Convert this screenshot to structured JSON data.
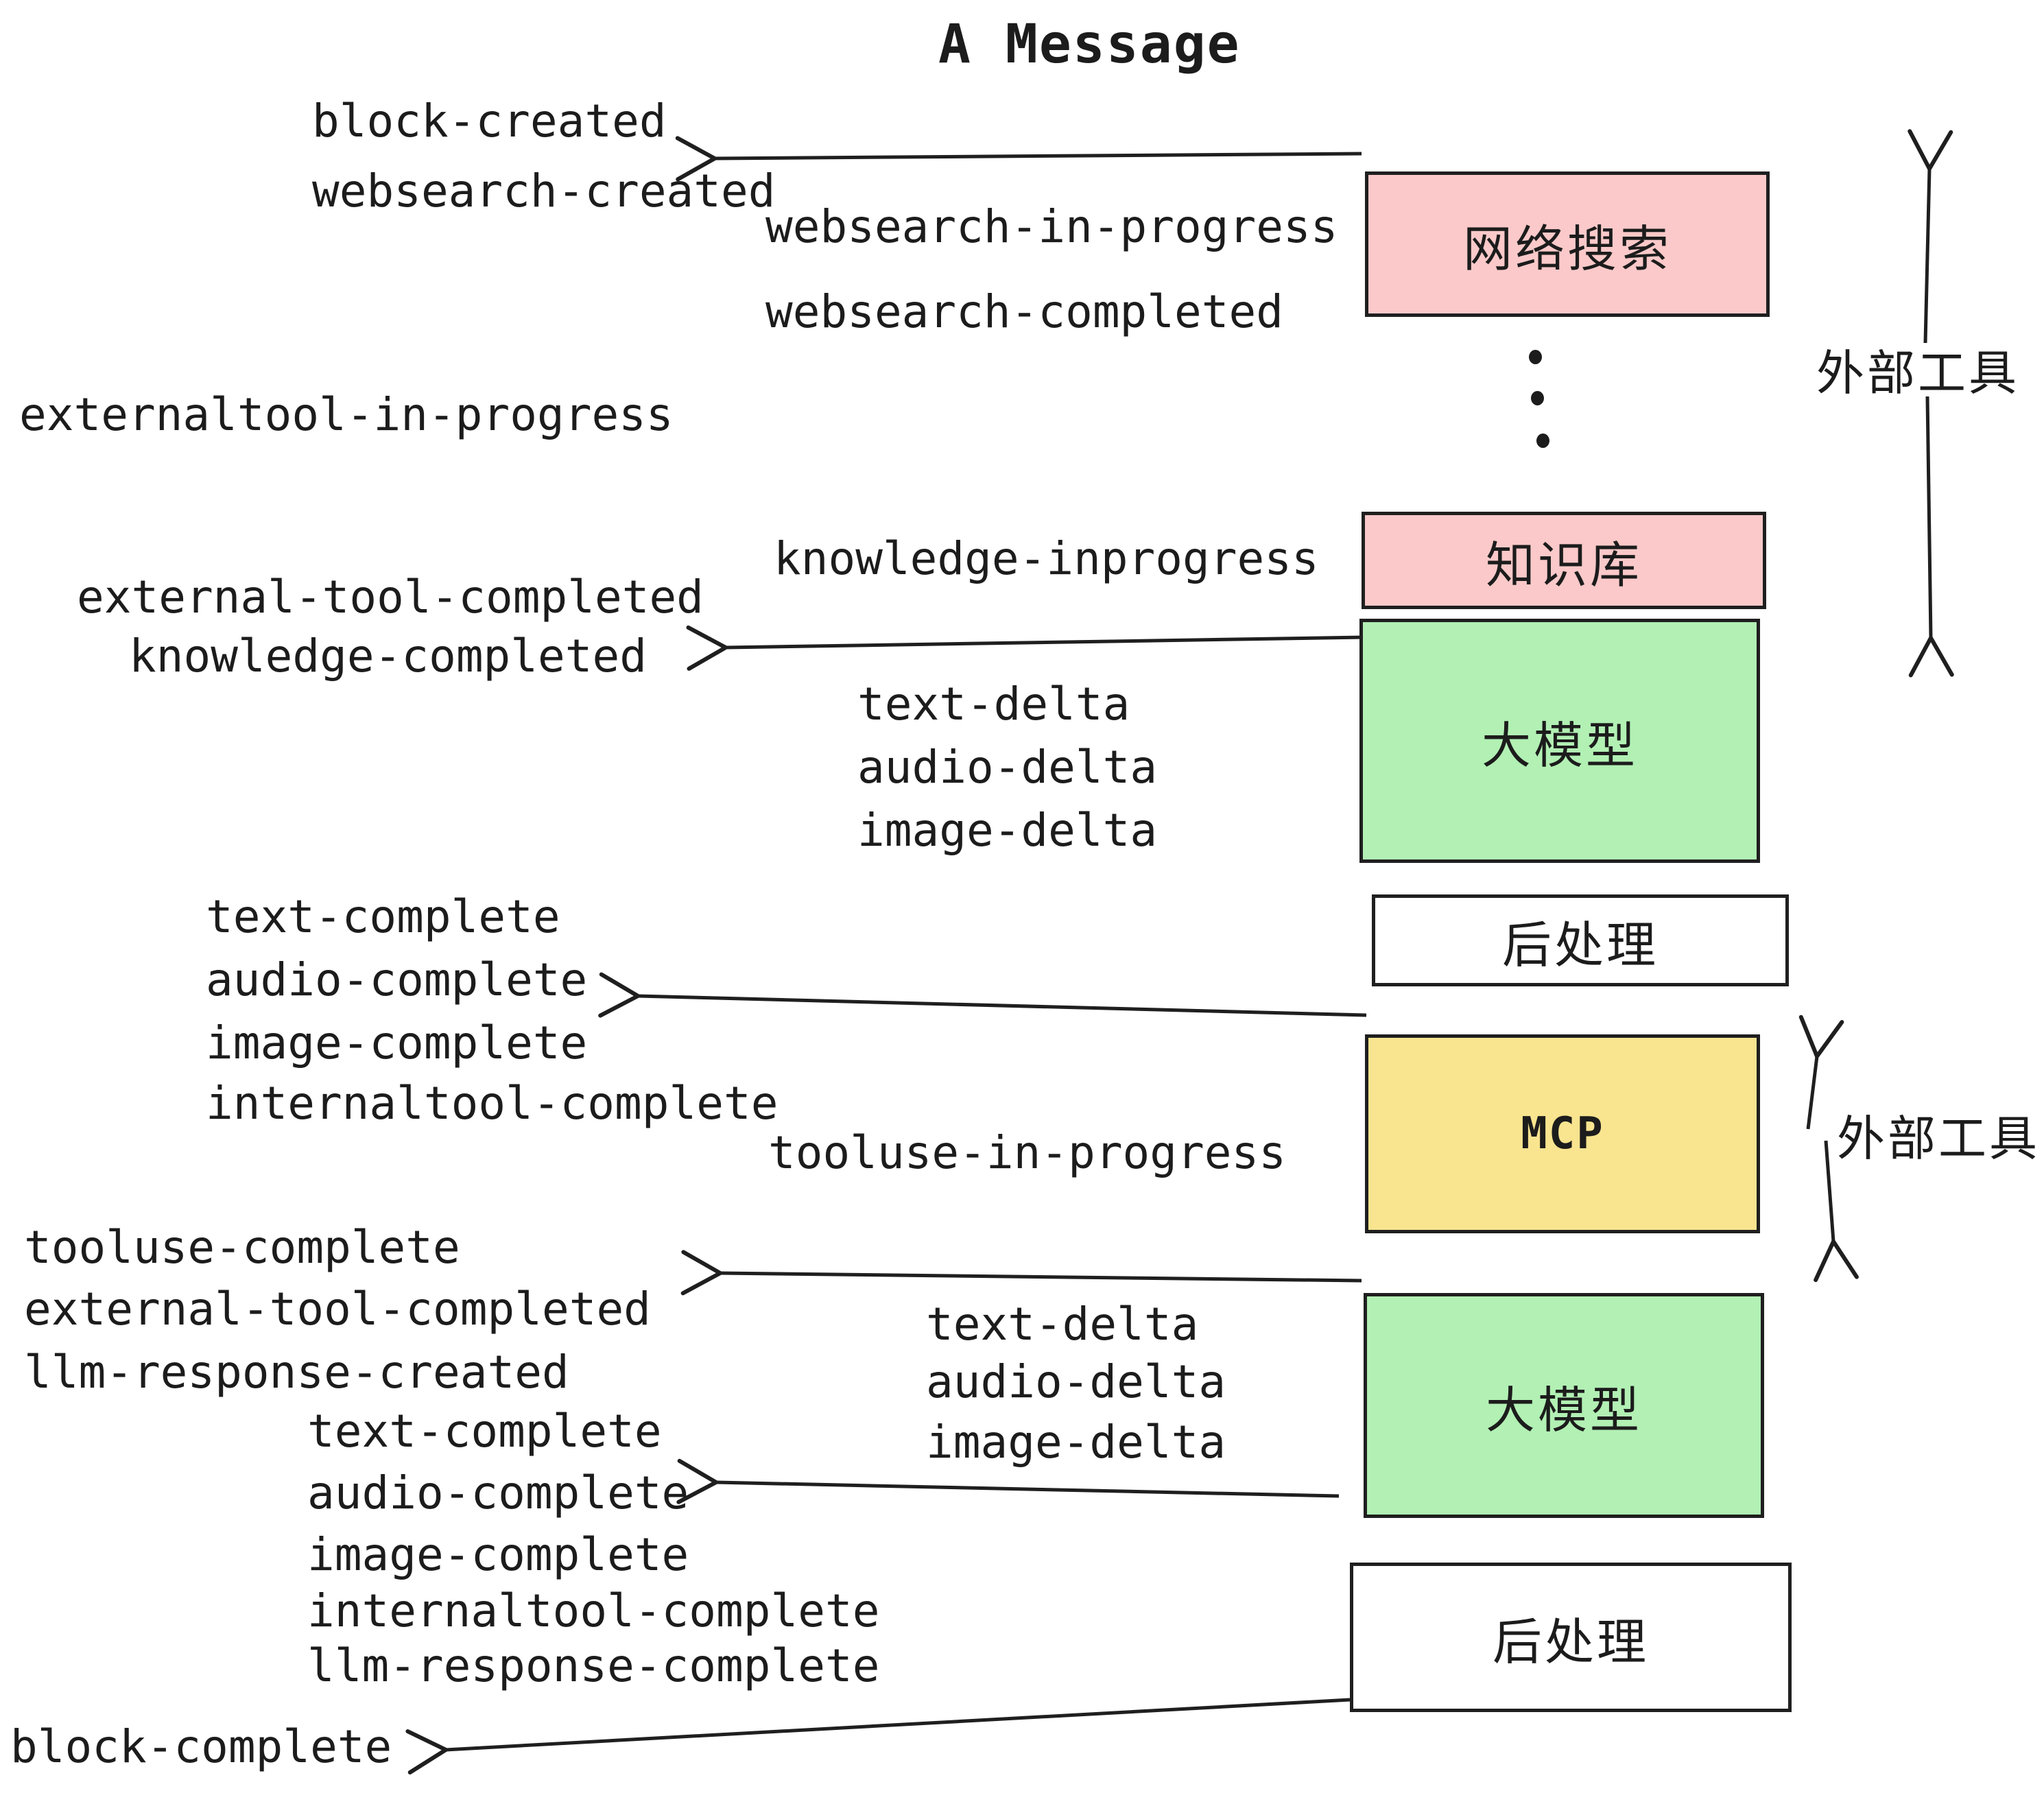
{
  "title": "A Message",
  "colors": {
    "stage_pink": "#fbc9c9",
    "stage_green": "#b2f0b4",
    "stage_yellow": "#f9e48f",
    "stage_white": "#ffffff",
    "ink": "#1c1c1c"
  },
  "boxes": {
    "websearch": {
      "label": "网络搜索",
      "color": "#fbc9c9"
    },
    "knowledge": {
      "label": "知识库",
      "color": "#fbc9c9"
    },
    "llm_1": {
      "label": "大模型",
      "color": "#b2f0b4"
    },
    "post_1": {
      "label": "后处理",
      "color": "#ffffff"
    },
    "mcp": {
      "label": "MCP",
      "color": "#f9e48f"
    },
    "llm_2": {
      "label": "大模型",
      "color": "#b2f0b4"
    },
    "post_2": {
      "label": "后处理",
      "color": "#ffffff"
    }
  },
  "side_labels": {
    "external_tools_1": "外部工具",
    "external_tools_2": "外部工具"
  },
  "events": {
    "block_created": "block-created",
    "websearch_created": "websearch-created",
    "websearch_in_progress": "websearch-in-progress",
    "websearch_completed": "websearch-completed",
    "externaltool_in_progress": "externaltool-in-progress",
    "knowledge_inprogress": "knowledge-inprogress",
    "external_tool_completed_1": "external-tool-completed",
    "knowledge_completed": "knowledge-completed",
    "text_delta_1": "text-delta",
    "audio_delta_1": "audio-delta",
    "image_delta_1": "image-delta",
    "text_complete_1": "text-complete",
    "audio_complete_1": "audio-complete",
    "image_complete_1": "image-complete",
    "internaltool_complete_1": "internaltool-complete",
    "tooluse_in_progress": "tooluse-in-progress",
    "tooluse_complete": "tooluse-complete",
    "external_tool_completed_2": "external-tool-completed",
    "llm_response_created": "llm-response-created",
    "text_complete_2": "text-complete",
    "audio_complete_2": "audio-complete",
    "image_complete_2": "image-complete",
    "internaltool_complete_2": "internaltool-complete",
    "llm_response_complete": "llm-response-complete",
    "block_complete": "block-complete"
  }
}
